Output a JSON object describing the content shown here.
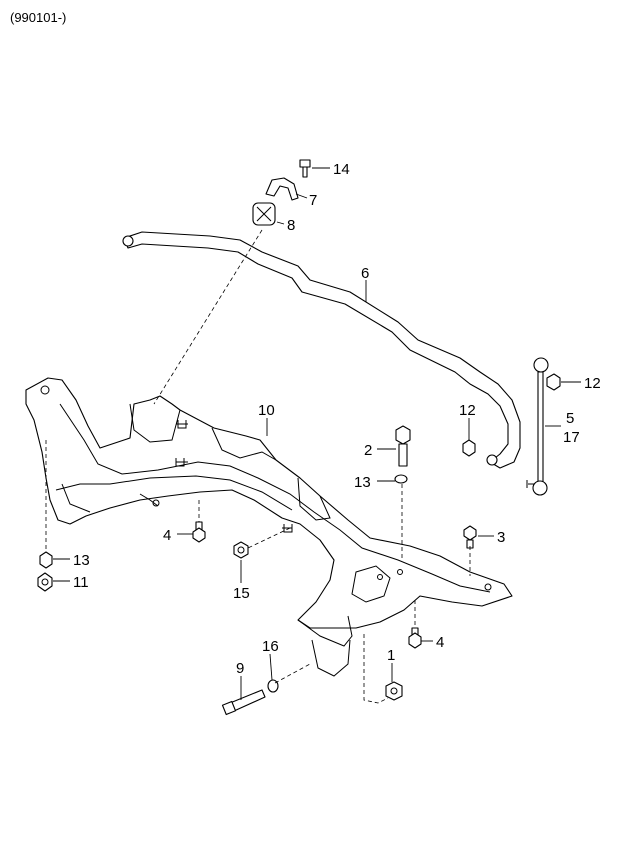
{
  "header": {
    "code": "(990101-)"
  },
  "callouts": [
    {
      "id": "c14",
      "text": "14"
    },
    {
      "id": "c7",
      "text": "7"
    },
    {
      "id": "c8",
      "text": "8"
    },
    {
      "id": "c6",
      "text": "6"
    },
    {
      "id": "c12a",
      "text": "12"
    },
    {
      "id": "c12b",
      "text": "12"
    },
    {
      "id": "c5",
      "text": "5"
    },
    {
      "id": "c17",
      "text": "17"
    },
    {
      "id": "c10",
      "text": "10"
    },
    {
      "id": "c2",
      "text": "2"
    },
    {
      "id": "c13a",
      "text": "13"
    },
    {
      "id": "c4a",
      "text": "4"
    },
    {
      "id": "c3",
      "text": "3"
    },
    {
      "id": "c13b",
      "text": "13"
    },
    {
      "id": "c11",
      "text": "11"
    },
    {
      "id": "c15",
      "text": "15"
    },
    {
      "id": "c4b",
      "text": "4"
    },
    {
      "id": "c9",
      "text": "9"
    },
    {
      "id": "c16",
      "text": "16"
    },
    {
      "id": "c1",
      "text": "1"
    }
  ]
}
